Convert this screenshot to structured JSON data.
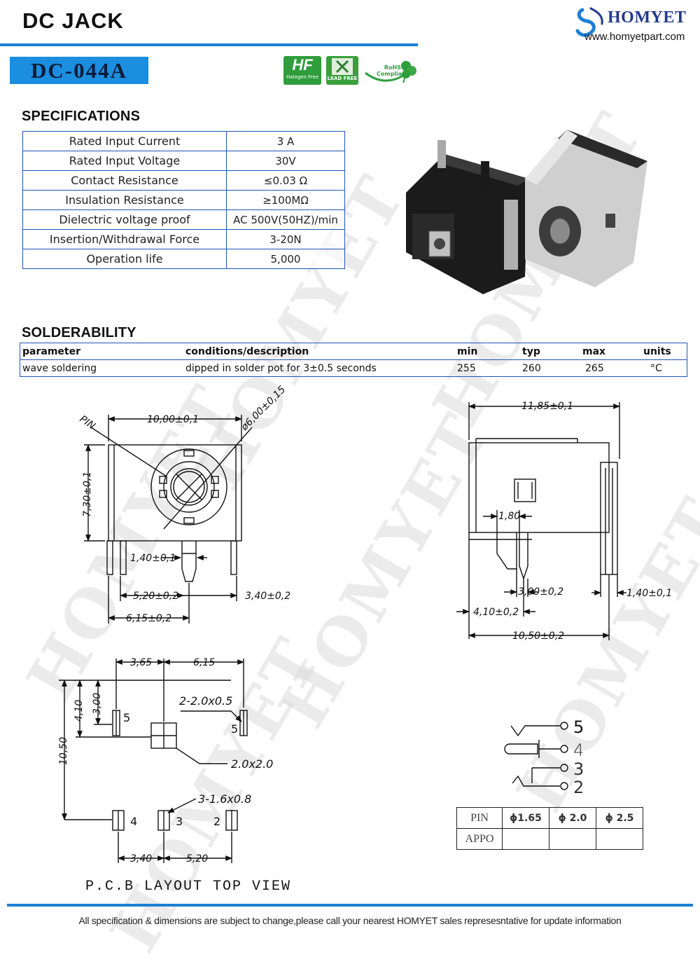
{
  "header": {
    "title": "DC  JACK",
    "brand_name": "HOMYET",
    "brand_url": "www.homyetpart.com",
    "accent_color": "#1d7fd4"
  },
  "watermark": "HOMYET",
  "model": "DC-044A",
  "certifications": {
    "halogen_free": {
      "mark": "HF",
      "label": "Halogen Free"
    },
    "lead_free": {
      "label": "LEAD FREE"
    },
    "rohs": {
      "line1": "RoHS",
      "line2": "Compliant"
    }
  },
  "specifications": {
    "heading": "SPECIFICATIONS",
    "rows": [
      {
        "key": "Rated Input Current",
        "value": "3 A"
      },
      {
        "key": "Rated Input Voltage",
        "value": "30V"
      },
      {
        "key": "Contact Resistance",
        "value": "≤0.03 Ω"
      },
      {
        "key": "Insulation Resistance",
        "value": "≥100MΩ"
      },
      {
        "key": "Dielectric voltage proof",
        "value": "AC 500V(50HZ)/min"
      },
      {
        "key": "Insertion/Withdrawal Force",
        "value": "3-20N"
      },
      {
        "key": "Operation life",
        "value": "5,000"
      }
    ]
  },
  "solderability": {
    "heading": "SOLDERABILITY",
    "columns": [
      "parameter",
      "conditions/description",
      "min",
      "typ",
      "max",
      "units"
    ],
    "row": [
      "wave soldering",
      "dipped in solder pot for  3±0.5 seconds",
      "255",
      "260",
      "265",
      "°C"
    ]
  },
  "front_view": {
    "pin_label": "PIN",
    "width": "10,00±0,1",
    "diameter": "ø6,00±0,15",
    "height": "7,30±0,1",
    "pin_width": "1,40±0,1",
    "offset_a": "5,20±0,2",
    "offset_b": "3,40±0,2",
    "offset_c": "6,15±0,2"
  },
  "side_view": {
    "length": "11,85±0,1",
    "pin_gap": "1,80",
    "pin_a": "3,00±0,2",
    "pin_b": "1,40±0,1",
    "offset": "4,10±0,2",
    "base": "10,50±0,2"
  },
  "pcb_layout": {
    "caption": "P.C.B LAYOUT TOP VIEW",
    "dim_left": "3,65",
    "dim_right": "6,15",
    "dim_v1": "4,10",
    "dim_v2": "3,00",
    "dim_total": "10,50",
    "slot_pin5": "2-2.0x0.5",
    "pad_center": "2.0x2.0",
    "slot_small": "3-1.6x0.8",
    "dim_bottom_a": "3,40",
    "dim_bottom_b": "5,20",
    "pin_labels": [
      "5",
      "5",
      "4",
      "3",
      "2"
    ]
  },
  "schematic": {
    "pins": [
      "5",
      "4",
      "3",
      "2"
    ]
  },
  "pin_table": {
    "row1_label": "PIN",
    "row2_label": "APPO",
    "diameters": [
      "ϕ1.65",
      "ϕ 2.0",
      "ϕ 2.5"
    ]
  },
  "footer": {
    "note": "All specification & dimensions are subject to change,please call your nearest HOMYET sales represesntative for update information"
  }
}
